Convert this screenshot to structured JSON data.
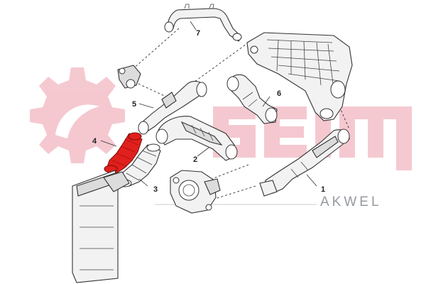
{
  "diagram": {
    "callouts": [
      {
        "id": "1",
        "label": "1"
      },
      {
        "id": "2",
        "label": "2"
      },
      {
        "id": "3",
        "label": "3"
      },
      {
        "id": "4",
        "label": "4"
      },
      {
        "id": "5",
        "label": "5"
      },
      {
        "id": "6",
        "label": "6"
      },
      {
        "id": "7",
        "label": "7"
      }
    ],
    "highlighted_part": "4",
    "brand": {
      "name": "AKWEL",
      "watermark_text": "Seim",
      "colors": {
        "watermark": "#f4c3cb",
        "brand_text": "#8a8f95",
        "highlight": "#e0201c",
        "highlight_dark": "#b71411"
      }
    }
  }
}
